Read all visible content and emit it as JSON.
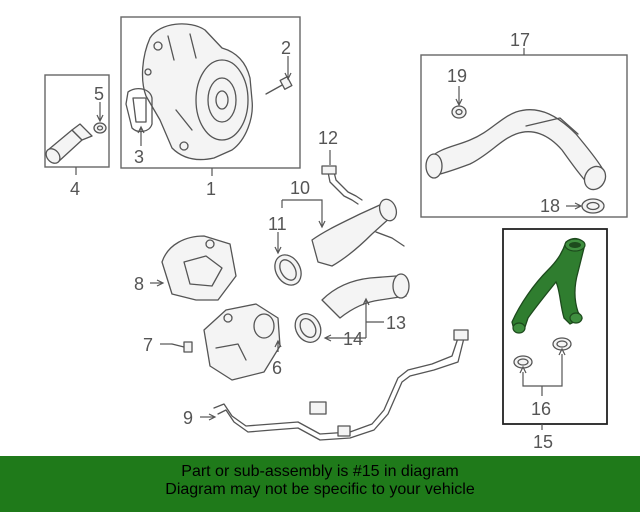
{
  "callouts": {
    "c1": "1",
    "c2": "2",
    "c3": "3",
    "c4": "4",
    "c5": "5",
    "c6": "6",
    "c7": "7",
    "c8": "8",
    "c9": "9",
    "c10": "10",
    "c11": "11",
    "c12": "12",
    "c13": "13",
    "c14": "14",
    "c15": "15",
    "c16": "16",
    "c17": "17",
    "c18": "18",
    "c19": "19"
  },
  "banner": {
    "line1": "Part or sub-assembly is #15 in diagram",
    "line2": "Diagram may not be specific to your vehicle"
  },
  "colors": {
    "highlight": "#1f7a1a",
    "highlight_part": "#2f7d2f",
    "line": "#555555"
  }
}
